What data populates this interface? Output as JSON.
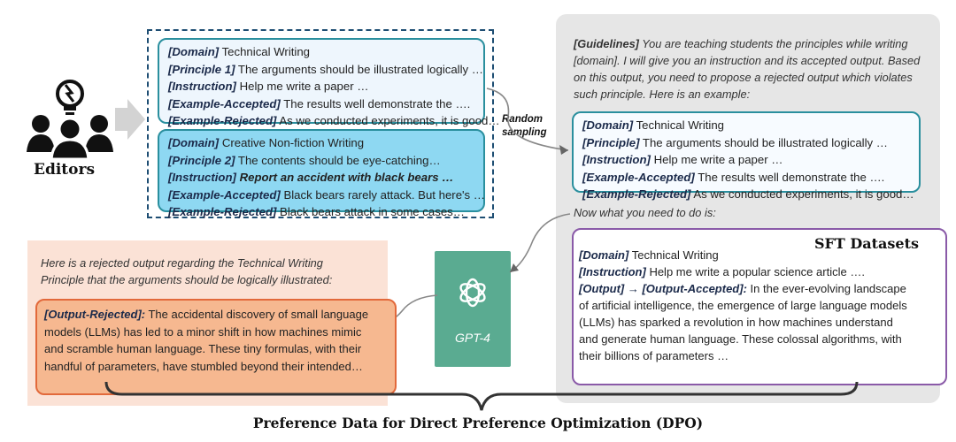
{
  "editors": {
    "label": "Editors"
  },
  "principle_cards": [
    {
      "domain_key": "[Domain]",
      "domain": " Technical Writing",
      "principle_key": "[Principle 1]",
      "principle": "  The arguments should be illustrated logically …",
      "instruction_key": "[Instruction]",
      "instruction": " Help me write a paper …",
      "accepted_key": "[Example-Accepted]",
      "accepted": " The results well demonstrate the ….",
      "rejected_key": "[Example-Rejected]",
      "rejected": " As we conducted experiments, it is good…"
    },
    {
      "domain_key": "[Domain]",
      "domain": " Creative Non-fiction Writing",
      "principle_key": "[Principle 2]",
      "principle": "  The contents should be eye-catching…",
      "instruction_key": "[Instruction]",
      "instruction": " Report an accident with black bears …",
      "accepted_key": "[Example-Accepted]",
      "accepted": " Black bears rarely attack. But here's …",
      "rejected_key": "[Example-Rejected]",
      "rejected": "  Black bears attack in some cases…"
    }
  ],
  "random_sampling": {
    "line1": "Random",
    "line2": "sampling"
  },
  "guidelines": {
    "key": "[Guidelines]",
    "text": " You are teaching students the principles while writing [domain]. I will give you an instruction and its accepted output. Based on this output, you need to propose a rejected output which violates such principle. Here is an example:"
  },
  "example_card": {
    "domain_key": "[Domain]",
    "domain": " Technical Writing",
    "principle_key": "[Principle]",
    "principle": "  The arguments should be illustrated logically …",
    "instruction_key": "[Instruction]",
    "instruction": " Help me write a paper …",
    "accepted_key": "[Example-Accepted]",
    "accepted": " The results well demonstrate the ….",
    "rejected_key": "[Example-Rejected]",
    "rejected": " As we conducted experiments, it is good…"
  },
  "now_label": "Now what you need to do is:",
  "sft": {
    "title": "SFT Datasets",
    "domain_key": "[Domain]",
    "domain": " Technical Writing",
    "instruction_key": "[Instruction]",
    "instruction": " Help me write a popular science article ….",
    "output_key": "[Output] → [Output-Accepted]:",
    "output": " In the ever-evolving landscape of artificial intelligence, the emergence of large language models (LLMs) has sparked a revolution in how machines understand and generate human language. These colossal algorithms, with their billions of parameters …"
  },
  "gpt": {
    "label": "GPT-4"
  },
  "rejected": {
    "intro": "Here is a rejected output regarding the Technical Writing Principle that the arguments should be logically illustrated:",
    "key": "[Output-Rejected]:",
    "text": " The accidental discovery of small language models (LLMs) has led to a minor shift in how machines mimic and scramble human language. These tiny formulas, with their handful of parameters, have stumbled beyond their intended…"
  },
  "dpo_title": "Preference Data for Direct Preference Optimization (DPO)"
}
